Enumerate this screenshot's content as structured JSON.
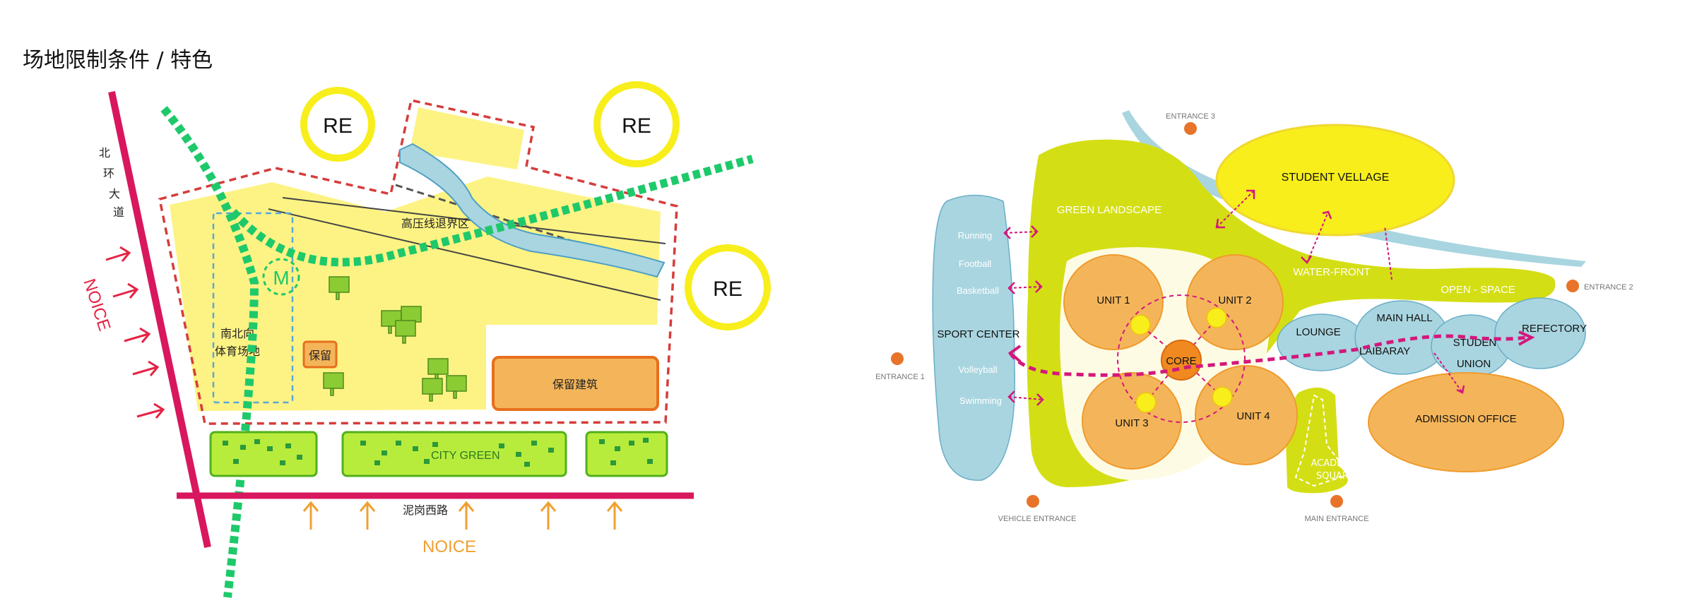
{
  "title": "场地限制条件 / 特色",
  "site": {
    "road_west_chars": [
      "北",
      "环",
      "大",
      "道"
    ],
    "noice_west": "NOICE",
    "noice_south": "NOICE",
    "road_south": "泥岗西路",
    "re_labels": [
      "RE",
      "RE",
      "RE"
    ],
    "hv_line": "高压线退界区",
    "metro": "M",
    "sports_field_line1": "南北向",
    "sports_field_line2": "体育场地",
    "keep_small": "保留",
    "keep_building": "保留建筑",
    "city_green": "CITY GREEN"
  },
  "zoning": {
    "entrance_1": "ENTRANCE 1",
    "entrance_2": "ENTRANCE 2",
    "entrance_3": "ENTRANCE 3",
    "vehicle_entrance": "VEHICLE ENTRANCE",
    "main_entrance": "MAIN ENTRANCE",
    "green_landscape": "GREEN LANDSCAPE",
    "water_front": "WATER-FRONT",
    "open_space": "OPEN - SPACE",
    "student_village": "STUDENT VELLAGE",
    "sport_center": "SPORT CENTER",
    "sports": [
      "Running",
      "Football",
      "Basketball",
      "Volleyball",
      "Swimming"
    ],
    "units": [
      "UNIT 1",
      "UNIT 2",
      "UNIT 3",
      "UNIT 4"
    ],
    "core": "CORE",
    "lounge": "LOUNGE",
    "main_hall": "MAIN HALL",
    "library": "LAIBARAY",
    "student_union_1": "STUDENT",
    "student_union_2": "UNION",
    "refectory": "REFECTORY",
    "admission": "ADMISSION OFFICE",
    "academic_1": "ACADEMIC",
    "academic_2": "SQUARE"
  },
  "colors": {
    "road": "#d8175e",
    "green_dash": "#1ec96b",
    "yellow_site": "#fdf384",
    "red_dash": "#d63c3c",
    "orange": "#f4b55a",
    "lime": "#d4de14",
    "blue": "#a9d5e0",
    "magenta": "#d4177c"
  }
}
